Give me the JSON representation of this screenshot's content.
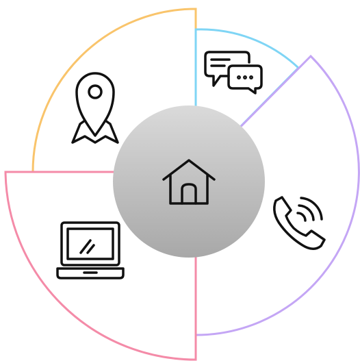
{
  "colors": {
    "location_segment": "#F9C46B",
    "chat_segment": "#7FD5F5",
    "phone_segment": "#C4A6F5",
    "laptop_segment": "#F48BA8",
    "hub_top": "#DADADA",
    "hub_bottom": "#A8A8A8",
    "icon_stroke": "#111111"
  },
  "segments": [
    {
      "id": "location",
      "icon": "map-pin-icon"
    },
    {
      "id": "chat",
      "icon": "chat-bubbles-icon"
    },
    {
      "id": "phone",
      "icon": "phone-icon"
    },
    {
      "id": "laptop",
      "icon": "laptop-icon"
    }
  ],
  "hub": {
    "icon": "home-icon"
  }
}
